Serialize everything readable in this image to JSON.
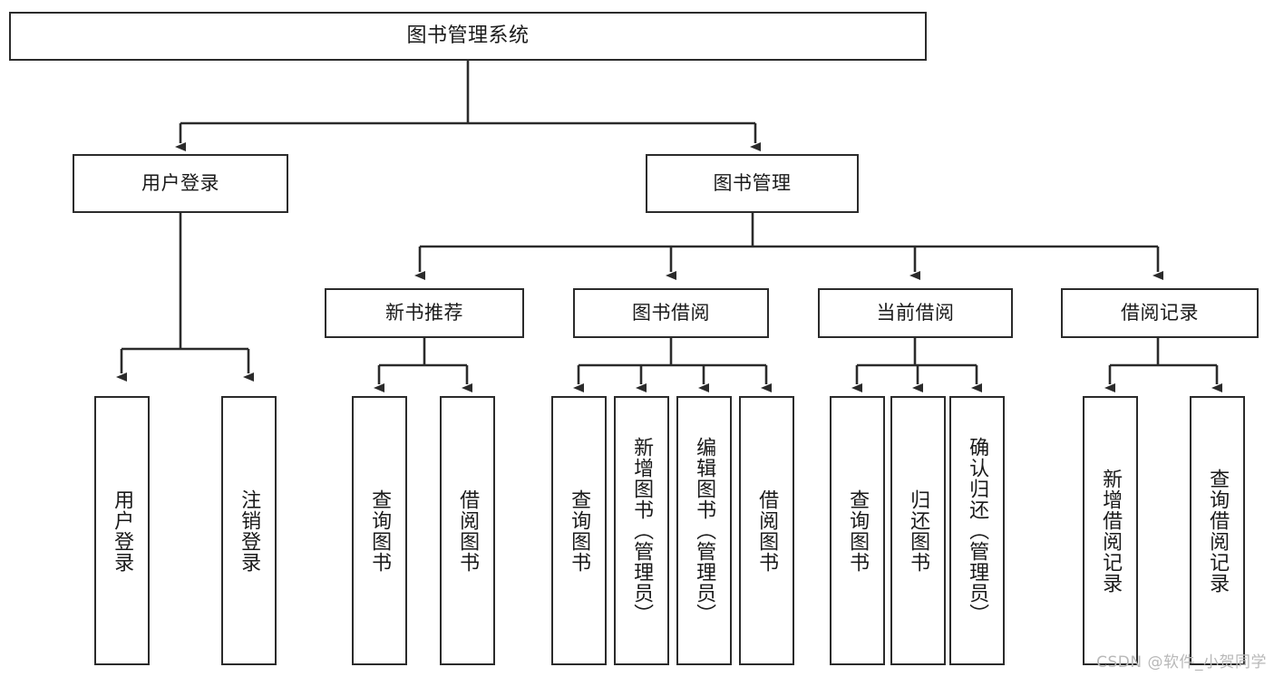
{
  "diagram": {
    "type": "tree",
    "title": "图书管理系统",
    "root": {
      "label": "图书管理系统"
    },
    "level1": [
      {
        "label": "用户登录"
      },
      {
        "label": "图书管理"
      }
    ],
    "level2": [
      {
        "label": "新书推荐"
      },
      {
        "label": "图书借阅"
      },
      {
        "label": "当前借阅"
      },
      {
        "label": "借阅记录"
      }
    ],
    "leaves": {
      "user_login": [
        {
          "label": "用户登录"
        },
        {
          "label": "注销登录"
        }
      ],
      "new_book_recommend": [
        {
          "label": "查询图书"
        },
        {
          "label": "借阅图书"
        }
      ],
      "book_borrow": [
        {
          "label": "查询图书"
        },
        {
          "label": "新增图书（管理员）"
        },
        {
          "label": "编辑图书（管理员）"
        },
        {
          "label": "借阅图书"
        }
      ],
      "current_borrow": [
        {
          "label": "查询图书"
        },
        {
          "label": "归还图书"
        },
        {
          "label": "确认归还（管理员）"
        }
      ],
      "borrow_record": [
        {
          "label": "新增借阅记录"
        },
        {
          "label": "查询借阅记录"
        }
      ]
    }
  },
  "watermark": {
    "text": "CSDN @软件_小贺同学"
  },
  "colors": {
    "border": "#2b2b2b",
    "background": "#ffffff",
    "text": "#1a1a1a",
    "watermark": "#b8b8b8"
  }
}
